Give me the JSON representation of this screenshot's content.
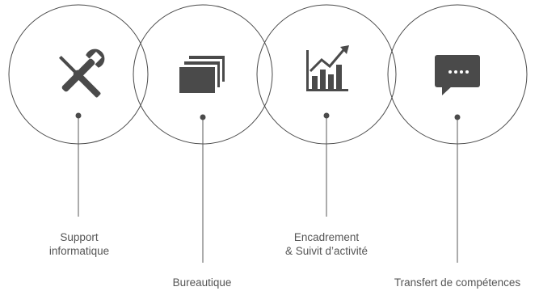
{
  "services": [
    {
      "id": "support",
      "icon": "tools-icon",
      "label_lines": [
        "Support",
        "informatique"
      ]
    },
    {
      "id": "bureautique",
      "icon": "stacked-windows-icon",
      "label_lines": [
        "Bureautique"
      ]
    },
    {
      "id": "encadrement",
      "icon": "growth-chart-icon",
      "label_lines": [
        "Encadrement",
        "& Suivit d’activité"
      ]
    },
    {
      "id": "transfert",
      "icon": "chat-bubble-icon",
      "label_lines": [
        "Transfert de compétences"
      ]
    }
  ],
  "colors": {
    "ring": "#4a4a4a",
    "icon": "#4a4a4a",
    "text": "#555555"
  }
}
